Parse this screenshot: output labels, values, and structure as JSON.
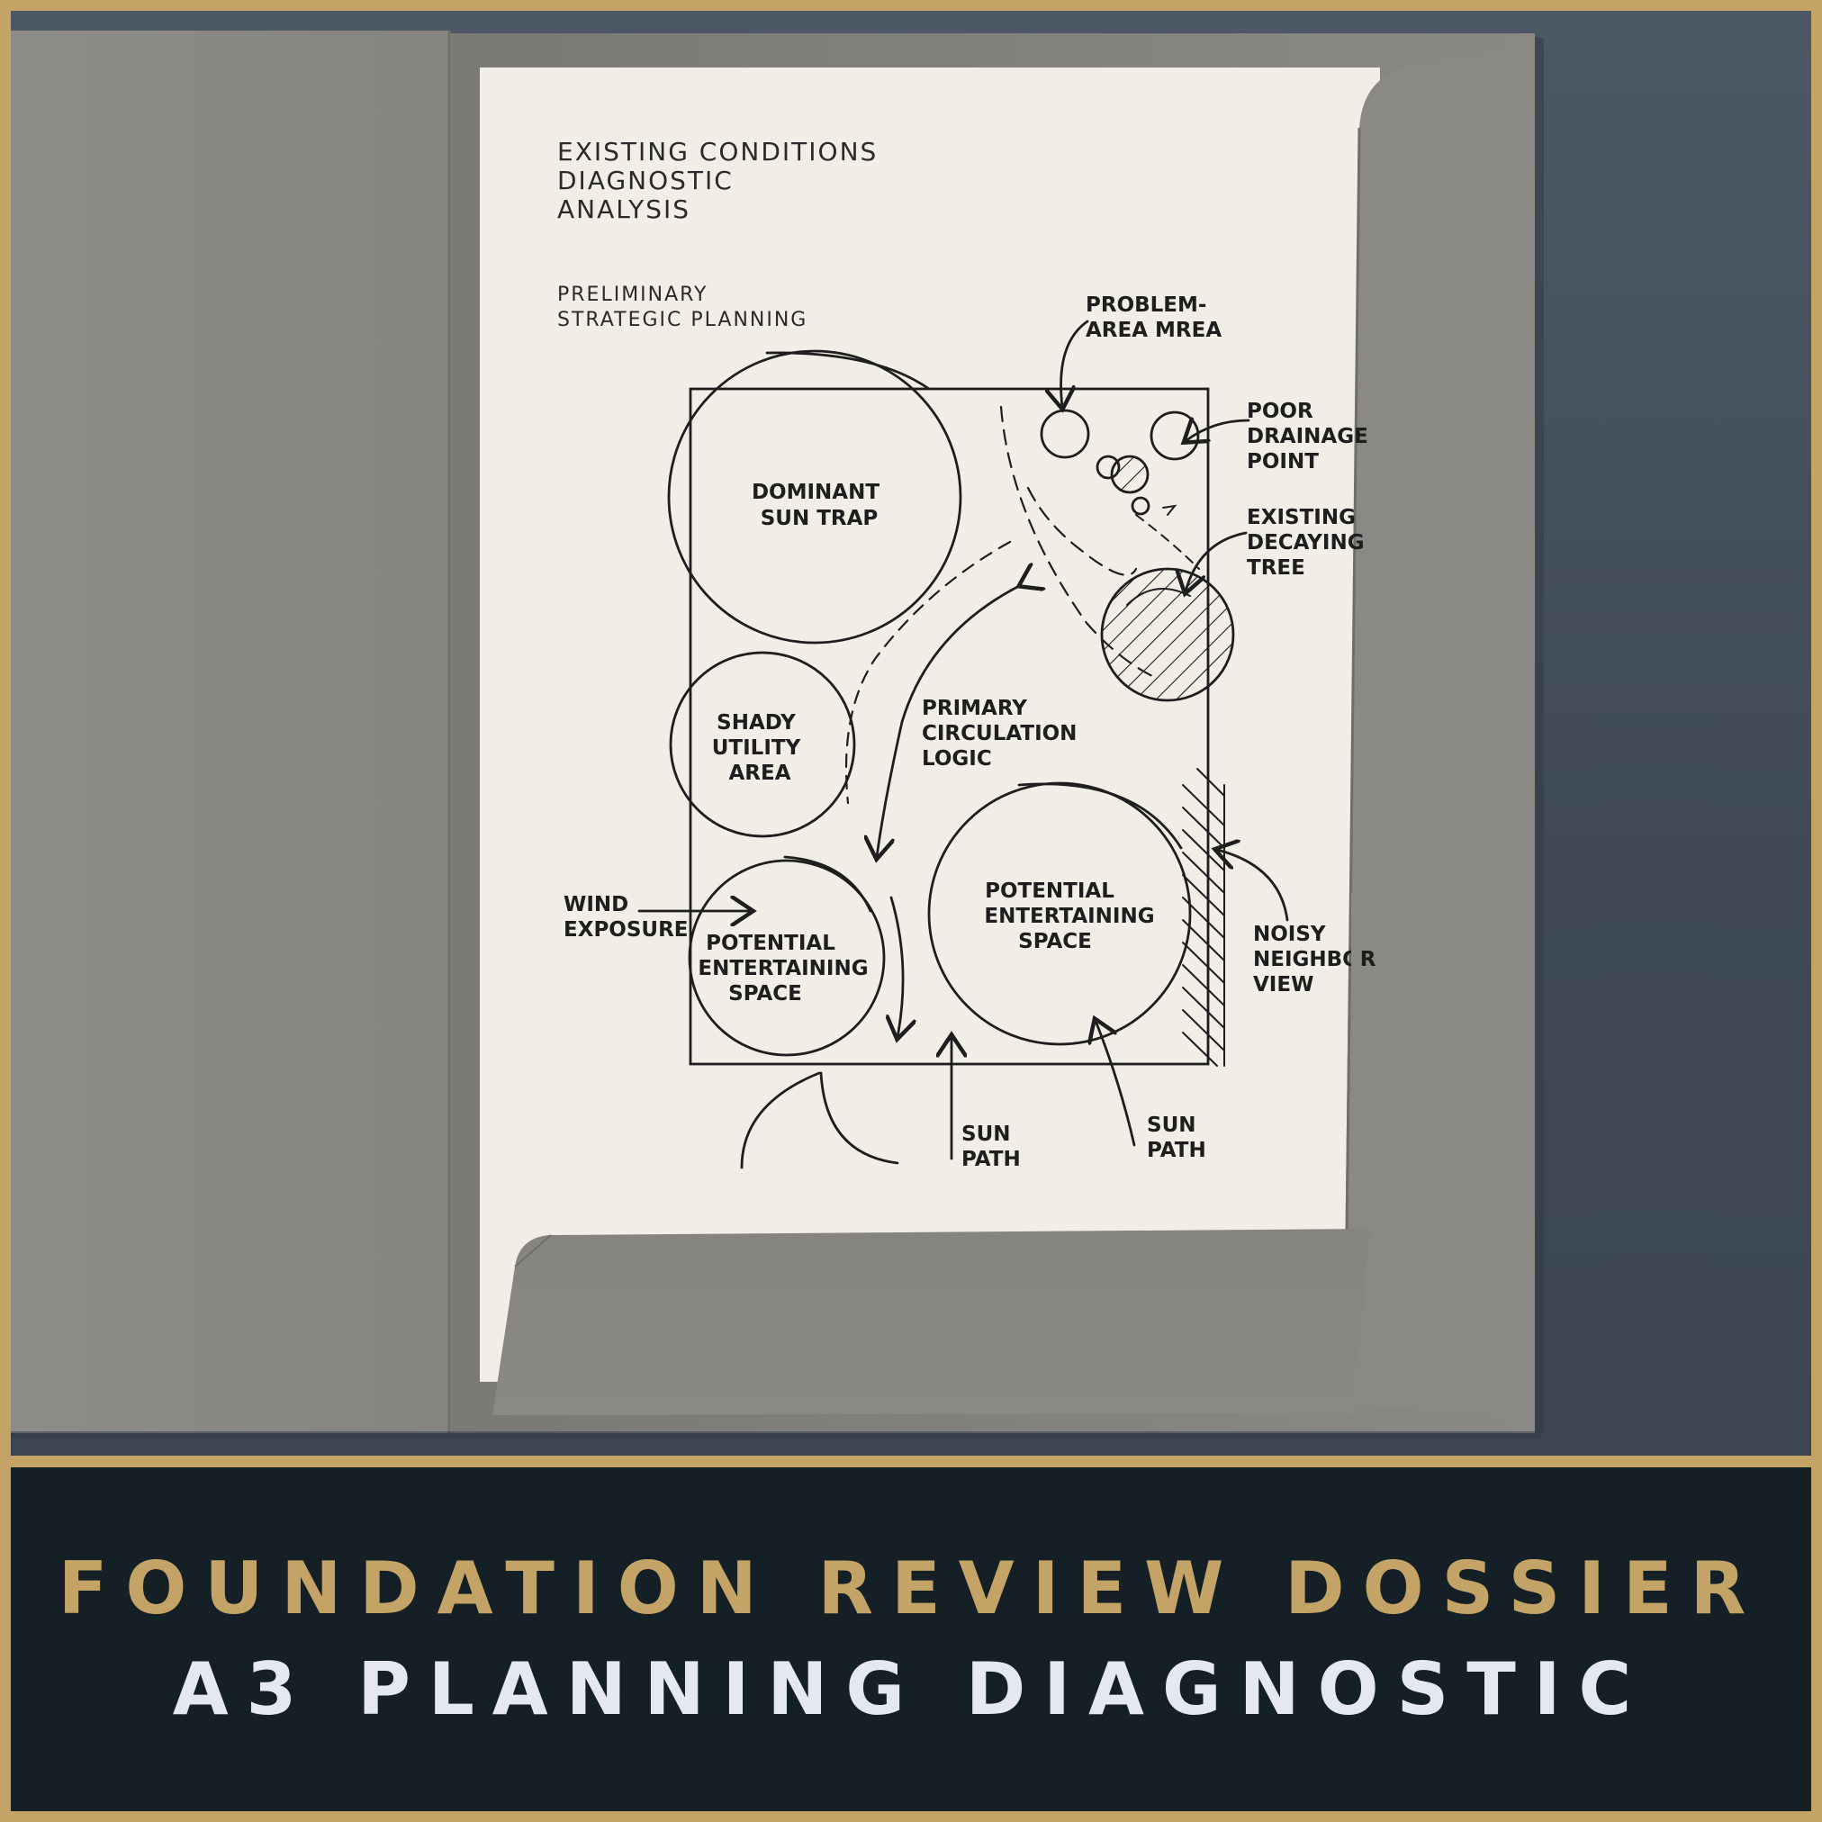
{
  "sheet": {
    "title_lines": [
      "EXISTING CONDITIONS",
      "DIAGNOSTIC",
      "ANALYSIS"
    ],
    "subtitle_lines": [
      "PRELIMINARY",
      "STRATEGIC PLANNING"
    ]
  },
  "diagram": {
    "dominant_sun_trap": [
      "DOMINANT",
      "SUN TRAP"
    ],
    "shady_utility_area": [
      "SHADY",
      "UTILITY",
      "AREA"
    ],
    "primary_circulation_logic": [
      "PRIMARY",
      "CIRCULATION",
      "LOGIC"
    ],
    "potential_entertaining_space_small": [
      "POTENTIAL",
      "ENTERTAINING",
      "SPACE"
    ],
    "potential_entertaining_space_large": [
      "POTENTIAL",
      "ENTERTAINING",
      "SPACE"
    ],
    "wind_exposure": [
      "WIND",
      "EXPOSURE"
    ],
    "problem_area": [
      "PROBLEM-",
      "AREA MREA"
    ],
    "poor_drainage_point": [
      "POOR",
      "DRAINAGE",
      "POINT"
    ],
    "existing_decaying_tree": [
      "EXISTING",
      "DECAYING",
      "TREE"
    ],
    "noisy_neighbor_view": [
      "NOISY",
      "NEIGHBOR",
      "VIEW"
    ],
    "sun_path_left": [
      "SUN",
      "PATH"
    ],
    "sun_path_right": [
      "SUN",
      "PATH"
    ]
  },
  "banner": {
    "line_1": "FOUNDATION REVIEW DOSSIER",
    "line_2": "A3 PLANNING DIAGNOSTIC"
  },
  "colors": {
    "gold": "#c4a466",
    "navy_banner": "#151f26",
    "background_slate": "#44505c",
    "folder_gray": "#858480",
    "paper": "#f0eee6",
    "ink": "#1e1e1e"
  }
}
